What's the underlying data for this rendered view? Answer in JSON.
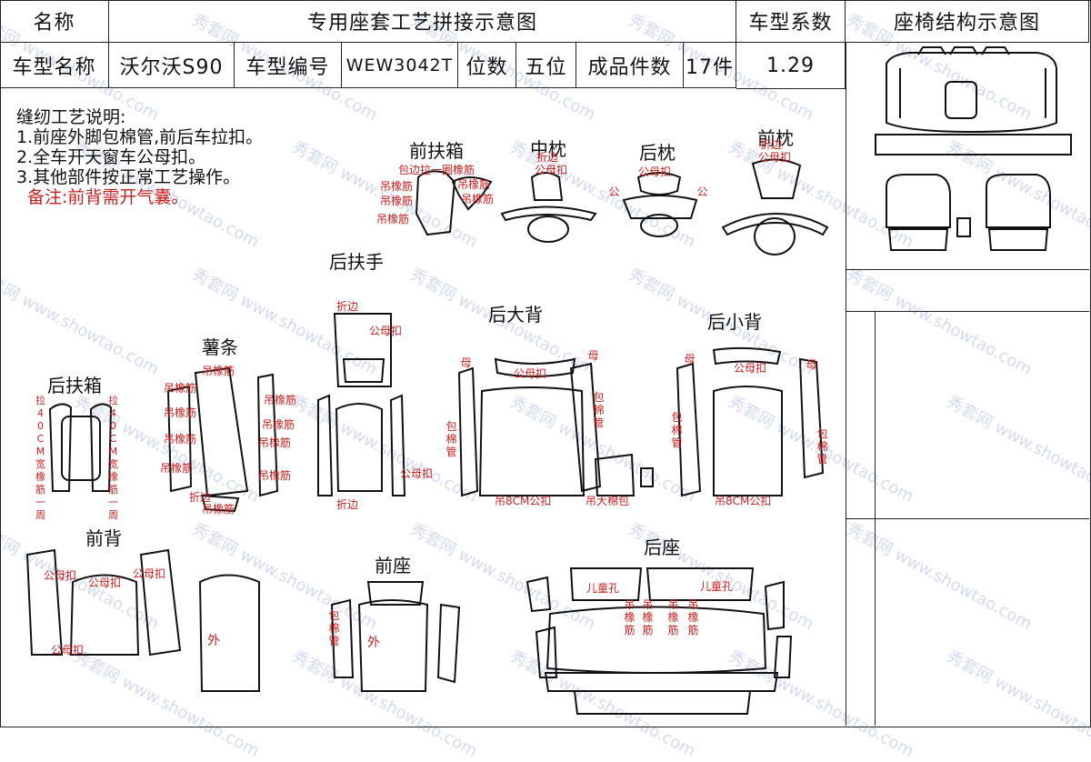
{
  "header": {
    "name_label": "名称",
    "title": "专用座套工艺拼接示意图",
    "coef_label": "车型系数",
    "structure_label": "座椅结构示意图"
  },
  "info": {
    "model_name_label": "车型名称",
    "model_name": "沃尔沃S90",
    "model_no_label": "车型编号",
    "model_no": "WEW3042T",
    "seats_label": "位数",
    "seats": "五位",
    "pieces_label": "成品件数",
    "pieces": "17件",
    "coef": "1.29"
  },
  "notes": {
    "heading": "缝纫工艺说明:",
    "items": [
      "1.前座外脚包棉管,前后车拉扣。",
      "2.全车开天窗车公母扣。",
      "3.其他部件按正常工艺操作。"
    ],
    "remark": "备注:前背需开气囊。"
  },
  "parts": {
    "front_armrest_box": "前扶箱",
    "middle_pillow": "中枕",
    "rear_headrest": "后枕",
    "front_headrest": "前枕",
    "rear_armrest": "后扶手",
    "back_bar": "薯条",
    "rear_big_back": "后大背",
    "rear_small_back": "后小背",
    "rear_armrest_box": "后扶箱",
    "front_back": "前背",
    "front_seat": "前座",
    "rear_seat": "后座"
  },
  "annotations": {
    "edge_pull_band": "包边拉一圈橡筋",
    "hang_band": "吊橡筋",
    "fold_edge": "折边",
    "snap": "公母扣",
    "male": "公",
    "female": "母",
    "buckle": "扣",
    "pull_band_loop": "拉40CM宽橡筋一周",
    "cotton_tube": "包棉管",
    "snap_8cm": "吊8CM公扣",
    "hang_cotton": "吊大棉包",
    "outside": "外",
    "child_hole": "儿童孔"
  },
  "watermark": "秀套网 www.showtao.com"
}
